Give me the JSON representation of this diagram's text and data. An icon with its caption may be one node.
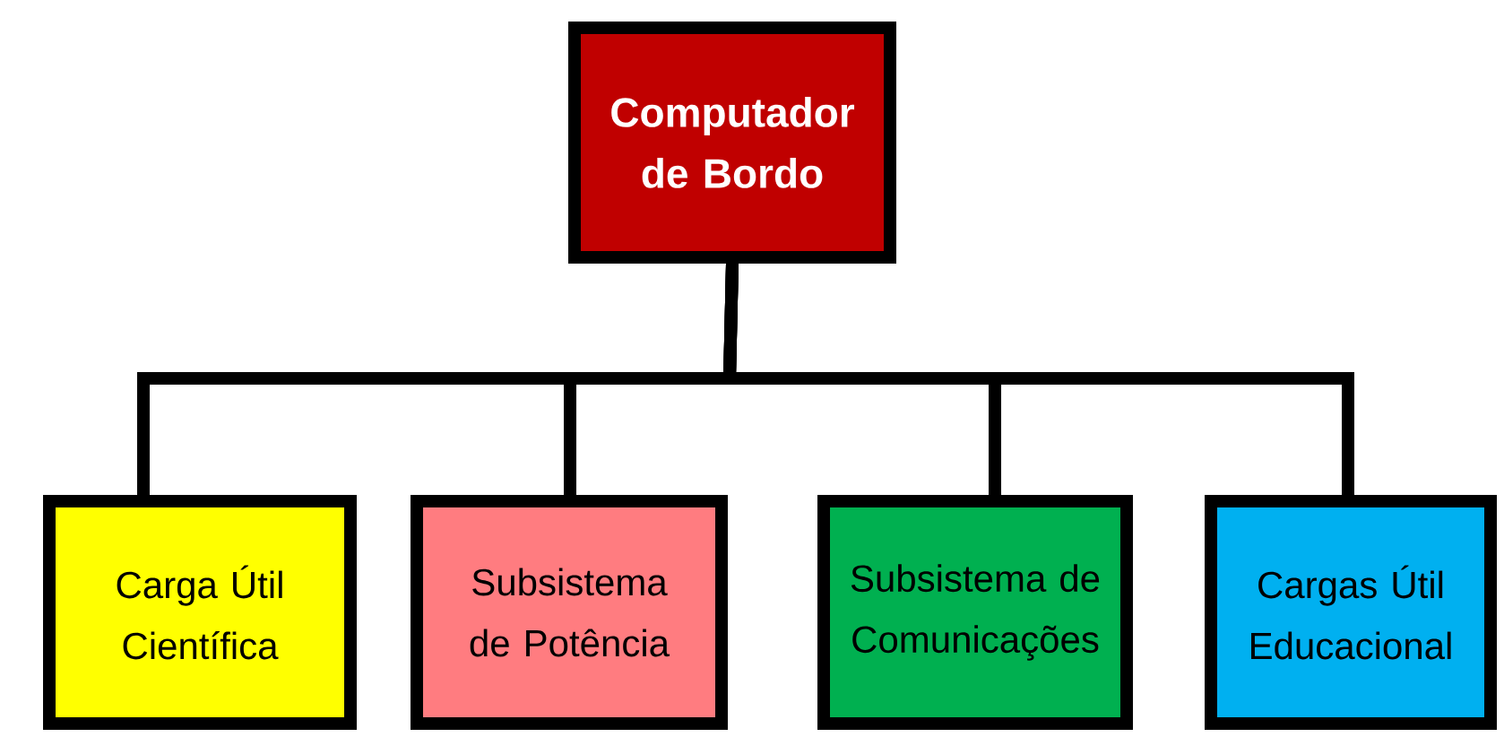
{
  "diagram": {
    "nodes": [
      {
        "text": [
          "Computador de Bordo"
        ]
      },
      {
        "text": [
          "Carga Útil Científica"
        ]
      },
      {
        "text": [
          "Subsistema de Potência"
        ]
      },
      {
        "text": [
          "Subsistema de Comunicações"
        ]
      },
      {
        "text": [
          "Cargas Útil Educacional"
        ]
      }
    ],
    "edges": [
      {
        "from": 0,
        "to": 1,
        "arrow": "none"
      },
      {
        "from": 0,
        "to": 2,
        "arrow": "none"
      },
      {
        "from": 0,
        "to": 3,
        "arrow": "none"
      },
      {
        "from": 0,
        "to": 4,
        "arrow": "none"
      }
    ]
  }
}
